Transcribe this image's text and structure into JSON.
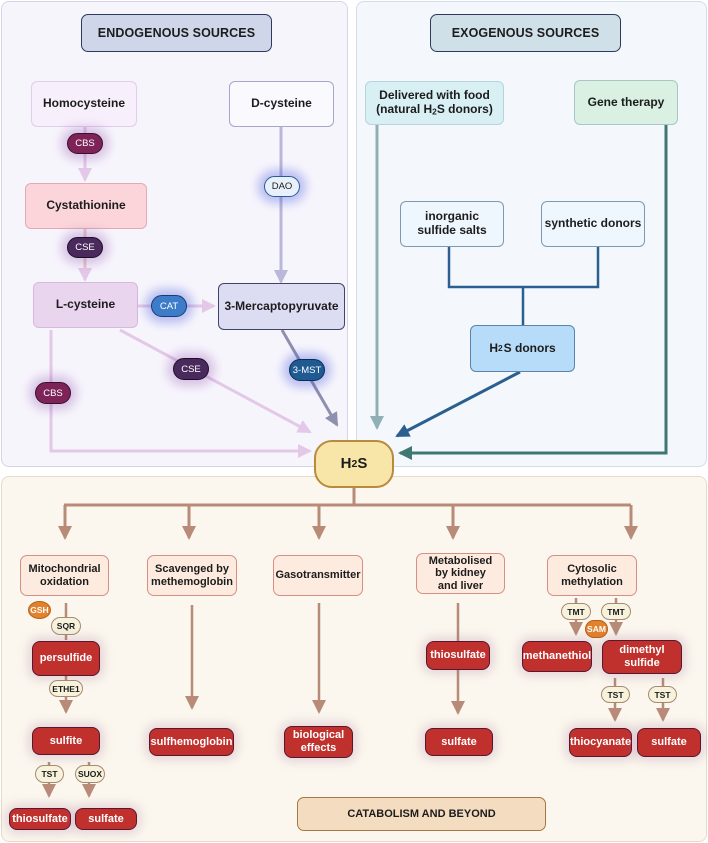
{
  "endogenous": {
    "title": "ENDOGENOUS SOURCES",
    "nodes": {
      "homocysteine": "Homocysteine",
      "d_cysteine": "D-cysteine",
      "cystathionine": "Cystathionine",
      "l_cysteine": "L-cysteine",
      "mercaptopyruvate": "3-Mercaptopyruvate"
    },
    "enzymes": {
      "cbs_top": "CBS",
      "cse_top": "CSE",
      "dao": "DAO",
      "cat": "CAT",
      "cse_diag": "CSE",
      "cbs_left": "CBS",
      "mst": "3-MST"
    }
  },
  "exogenous": {
    "title": "EXOGENOUS SOURCES",
    "nodes": {
      "food_line1": "Delivered with food",
      "food_line2_pre": "(natural H",
      "food_line2_sub": "2",
      "food_line2_post": "S donors)",
      "gene_therapy": "Gene therapy",
      "inorganic": "inorganic sulfide salts",
      "synthetic": "synthetic donors",
      "donors_pre": "H",
      "donors_sub": "2",
      "donors_post": "S donors"
    }
  },
  "center": {
    "h2s_pre": "H",
    "h2s_sub": "2",
    "h2s_post": "S"
  },
  "catabolism": {
    "title": "CATABOLISM AND BEYOND",
    "branches": {
      "mito": "Mitochondrial oxidation",
      "scavenged": "Scavenged by methemoglobin",
      "gaso": "Gasotransmitter",
      "metab": "Metabolised by kidney and liver",
      "cyto": "Cytosolic methylation"
    },
    "products": {
      "persulfide": "persulfide",
      "sulfite": "sulfite",
      "thiosulfate_mito": "thiosulfate",
      "sulfate_mito": "sulfate",
      "sulfhemoglobin": "sulfhemoglobin",
      "biological_effects": "biological effects",
      "thiosulfate_metab": "thiosulfate",
      "sulfate_metab": "sulfate",
      "methanethiol": "methanethiol",
      "dimethyl_sulfide": "dimethyl sulfide",
      "thiocyanate": "thiocyanate",
      "sulfate_cyto": "sulfate"
    },
    "enzymes": {
      "gsh": "GSH",
      "sqr": "SQR",
      "ethe1": "ETHE1",
      "tst_mito": "TST",
      "suox": "SUOX",
      "tmt1": "TMT",
      "tmt2": "TMT",
      "sam": "SAM",
      "tst_cyto1": "TST",
      "tst_cyto2": "TST"
    }
  },
  "colors": {
    "endogenous_arrow": "#e4c8e8",
    "dao_arrow": "#b9b8d8",
    "mst_arrow": "#8f8fae",
    "food_arrow": "#8fb0b4",
    "gene_arrow": "#3f7773",
    "donor_arrow": "#2a5f8f",
    "catabolism_arrow": "#b88b78",
    "product_red": "#c0312e"
  }
}
